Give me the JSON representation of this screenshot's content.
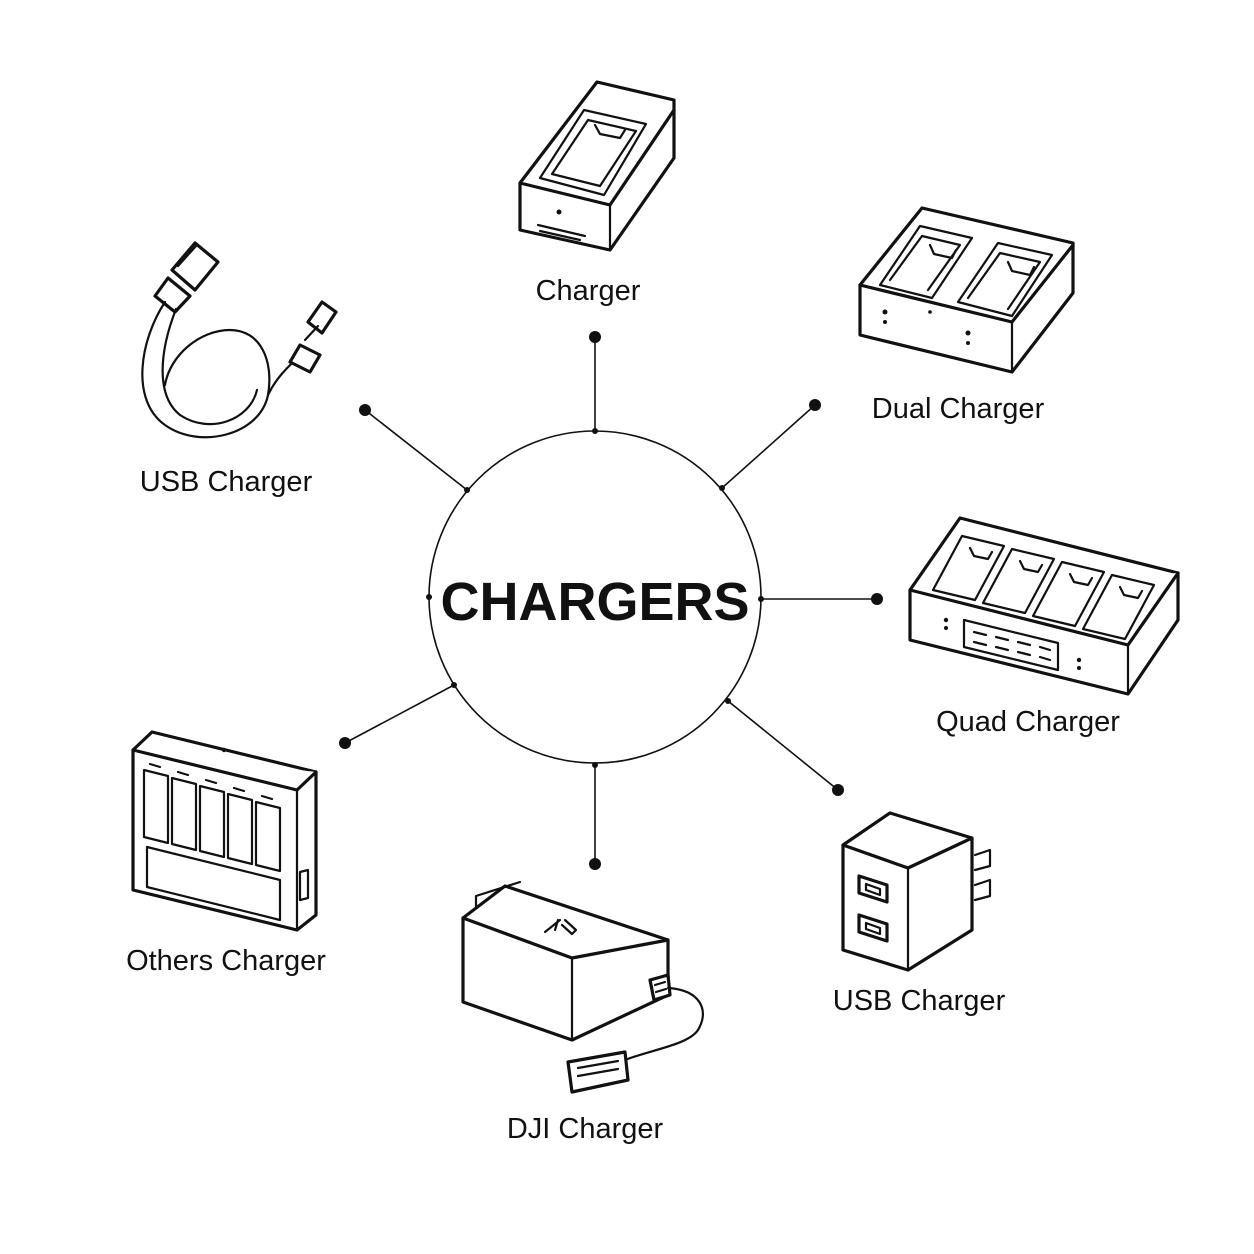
{
  "diagram": {
    "center": {
      "title": "CHARGERS"
    },
    "items": [
      {
        "label": "Charger",
        "icon": "single-battery-charger-icon"
      },
      {
        "label": "Dual Charger",
        "icon": "dual-battery-charger-icon"
      },
      {
        "label": "Quad Charger",
        "icon": "quad-battery-charger-icon"
      },
      {
        "label": "USB Charger",
        "icon": "usb-wall-adapter-icon"
      },
      {
        "label": "DJI Charger",
        "icon": "dji-power-adapter-icon"
      },
      {
        "label": "Others Charger",
        "icon": "aa-battery-charger-icon"
      },
      {
        "label": "USB Charger",
        "icon": "usb-cable-icon"
      }
    ],
    "colors": {
      "stroke": "#111111",
      "background": "#ffffff"
    }
  }
}
